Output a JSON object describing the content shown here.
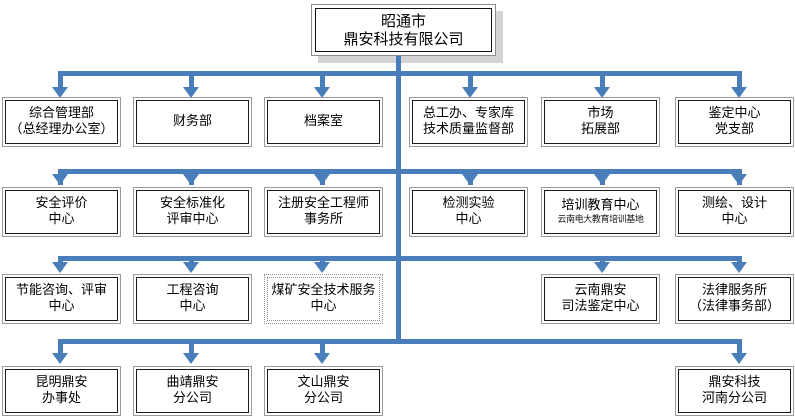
{
  "chart_data": {
    "type": "diagram",
    "title": "昭通市鼎安科技有限公司 组织结构图",
    "diagram_kind": "organization-chart",
    "accent_color": "#4a7ebb",
    "shadow_color": "#d4d4d4"
  },
  "root": {
    "line1": "昭通市",
    "line2": "鼎安科技有限公司"
  },
  "rows": [
    {
      "id": "row-departments",
      "nodes": [
        {
          "id": "n-zhhglb",
          "line1": "综合管理部",
          "line2": "（总经理办公室）",
          "style": "solid"
        },
        {
          "id": "n-cwb",
          "line1": "财务部",
          "line2": "",
          "style": "solid"
        },
        {
          "id": "n-das",
          "line1": "档案室",
          "line2": "",
          "style": "solid"
        },
        {
          "id": "n-zgb",
          "line1": "总工办、专家库",
          "line2": "技术质量监督部",
          "style": "solid"
        },
        {
          "id": "n-scb",
          "line1": "市场",
          "line2": "拓展部",
          "style": "solid"
        },
        {
          "id": "n-jdzx",
          "line1": "鉴定中心",
          "line2": "党支部",
          "style": "solid"
        }
      ]
    },
    {
      "id": "row-centers-1",
      "nodes": [
        {
          "id": "n-aqpj",
          "line1": "安全评价",
          "line2": "中心",
          "style": "solid"
        },
        {
          "id": "n-aqbzh",
          "line1": "安全标准化",
          "line2": "评审中心",
          "style": "solid"
        },
        {
          "id": "n-zcaq",
          "line1": "注册安全工程师",
          "line2": "事务所",
          "style": "solid"
        },
        {
          "id": "n-jcsy",
          "line1": "检测实验",
          "line2": "中心",
          "style": "solid"
        },
        {
          "id": "n-pxjy",
          "line1": "培训教育中心",
          "line2": "",
          "sub": "云南电大教育培训基地",
          "style": "solid"
        },
        {
          "id": "n-chsj",
          "line1": "测绘、设计",
          "line2": "中心",
          "style": "solid"
        }
      ]
    },
    {
      "id": "row-centers-2",
      "nodes": [
        {
          "id": "n-jnzx",
          "line1": "节能咨询、评审",
          "line2": "中心",
          "style": "solid"
        },
        {
          "id": "n-gczx",
          "line1": "工程咨询",
          "line2": "中心",
          "style": "solid"
        },
        {
          "id": "n-mkaq",
          "line1": "煤矿安全技术服务",
          "line2": "中心",
          "style": "dotted"
        },
        {
          "id": "n-empty-1",
          "line1": "",
          "line2": "",
          "style": "none"
        },
        {
          "id": "n-ynda",
          "line1": "云南鼎安",
          "line2": "司法鉴定中心",
          "style": "solid"
        },
        {
          "id": "n-flfws",
          "line1": "法律服务所",
          "line2": "（法律事务部）",
          "style": "solid"
        }
      ]
    },
    {
      "id": "row-branches",
      "nodes": [
        {
          "id": "n-kmda",
          "line1": "昆明鼎安",
          "line2": "办事处",
          "style": "solid"
        },
        {
          "id": "n-qjda",
          "line1": "曲靖鼎安",
          "line2": "分公司",
          "style": "solid"
        },
        {
          "id": "n-wsda",
          "line1": "文山鼎安",
          "line2": "分公司",
          "style": "solid"
        },
        {
          "id": "n-empty-2",
          "line1": "",
          "line2": "",
          "style": "none"
        },
        {
          "id": "n-empty-3",
          "line1": "",
          "line2": "",
          "style": "none"
        },
        {
          "id": "n-dakj",
          "line1": "鼎安科技",
          "line2": "河南分公司",
          "style": "solid"
        }
      ]
    }
  ]
}
